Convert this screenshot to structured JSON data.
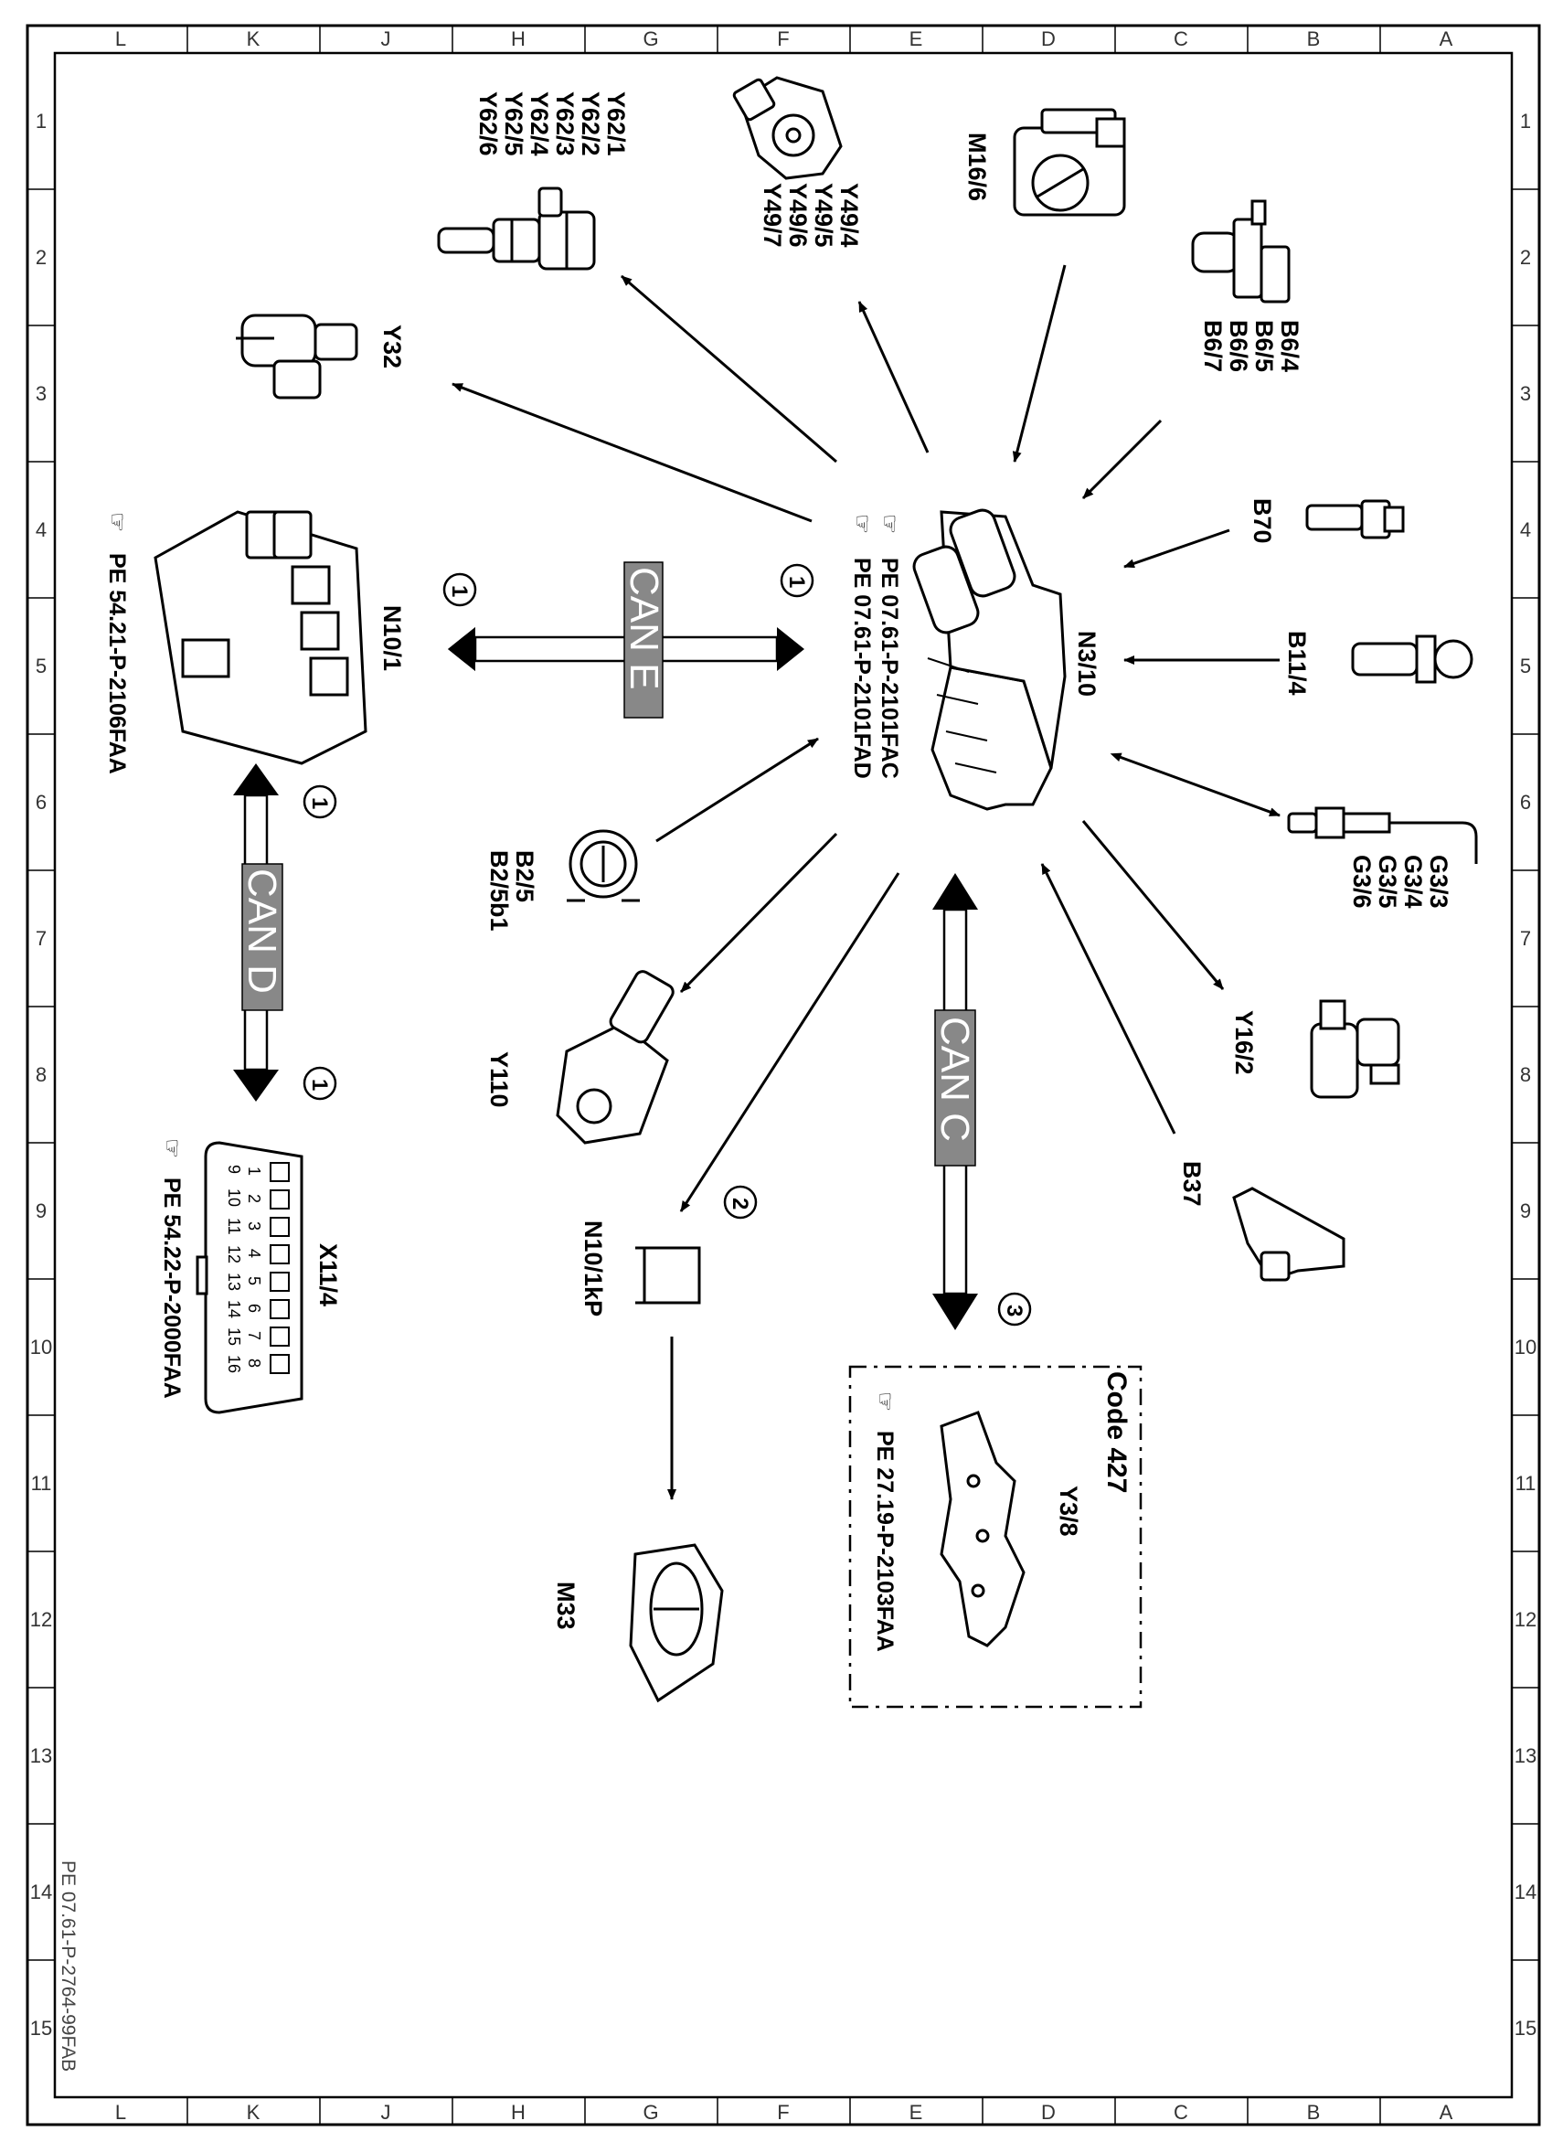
{
  "grid": {
    "columns": [
      "L",
      "K",
      "J",
      "H",
      "G",
      "F",
      "E",
      "D",
      "C",
      "B",
      "A"
    ],
    "rows": [
      "1",
      "2",
      "3",
      "4",
      "5",
      "6",
      "7",
      "8",
      "9",
      "10",
      "11",
      "12",
      "13",
      "14",
      "15"
    ]
  },
  "components": {
    "ecu": {
      "label": "N3/10",
      "ref1": "PE  07.61-P-2101FAC",
      "ref2": "PE  07.61-P-2101FAD"
    },
    "injectors": {
      "lines": [
        "Y62/1",
        "Y62/2",
        "Y62/3",
        "Y62/4",
        "Y62/5",
        "Y62/6"
      ]
    },
    "cam_valves": {
      "lines": [
        "Y49/4",
        "Y49/5",
        "Y49/6",
        "Y49/7"
      ]
    },
    "throttle": {
      "label": "M16/6"
    },
    "cam_sensors": {
      "lines": [
        "B6/4",
        "B6/5",
        "B6/6",
        "B6/7"
      ]
    },
    "b70": {
      "label": "B70"
    },
    "b11_4": {
      "label": "B11/4"
    },
    "o2": {
      "lines": [
        "G3/3",
        "G3/4",
        "G3/5",
        "G3/6"
      ]
    },
    "y16_2": {
      "label": "Y16/2"
    },
    "b37": {
      "label": "B37"
    },
    "y32": {
      "label": "Y32"
    },
    "n10_1": {
      "label": "N10/1",
      "ref": "PE  54.21-P-2106FAA"
    },
    "b2_5": {
      "lines": [
        "B2/5",
        "B2/5b1"
      ]
    },
    "y110": {
      "label": "Y110"
    },
    "n10_1kp": {
      "label": "N10/1kP"
    },
    "m33": {
      "label": "M33"
    },
    "x11_4": {
      "label": "X11/4",
      "ref": "PE  54.22-P-2000FAA",
      "pins_top": [
        "1",
        "2",
        "3",
        "4",
        "5",
        "6",
        "7",
        "8"
      ],
      "pins_bottom": [
        "9",
        "10",
        "11",
        "12",
        "13",
        "14",
        "15",
        "16"
      ]
    },
    "y3_8": {
      "label": "Y3/8",
      "code": "Code 427",
      "ref": "PE  27.19-P-2103FAA"
    }
  },
  "buses": {
    "can_e": "CAN E",
    "can_d": "CAN D",
    "can_c": "CAN C"
  },
  "callouts": {
    "one": "1",
    "two": "2",
    "three": "3"
  },
  "footer": {
    "doc_id": "PE 07.61-P-2764-99FAB"
  }
}
